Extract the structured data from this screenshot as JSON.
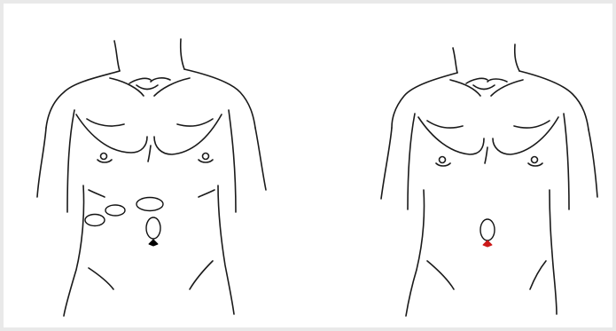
{
  "labels": {
    "left_caption": "",
    "right_caption": ""
  },
  "colors": {
    "background": "#ffffff",
    "frame": "#e9e9e9",
    "line": "#1a1a1a",
    "port_outline": "#111111",
    "navel_left": "#000000",
    "navel_right": "#cc1a1a"
  },
  "figures": [
    {
      "name": "left-torso",
      "ports": 4,
      "navel_marker": "black"
    },
    {
      "name": "right-torso",
      "ports": 1,
      "navel_marker": "red"
    }
  ]
}
